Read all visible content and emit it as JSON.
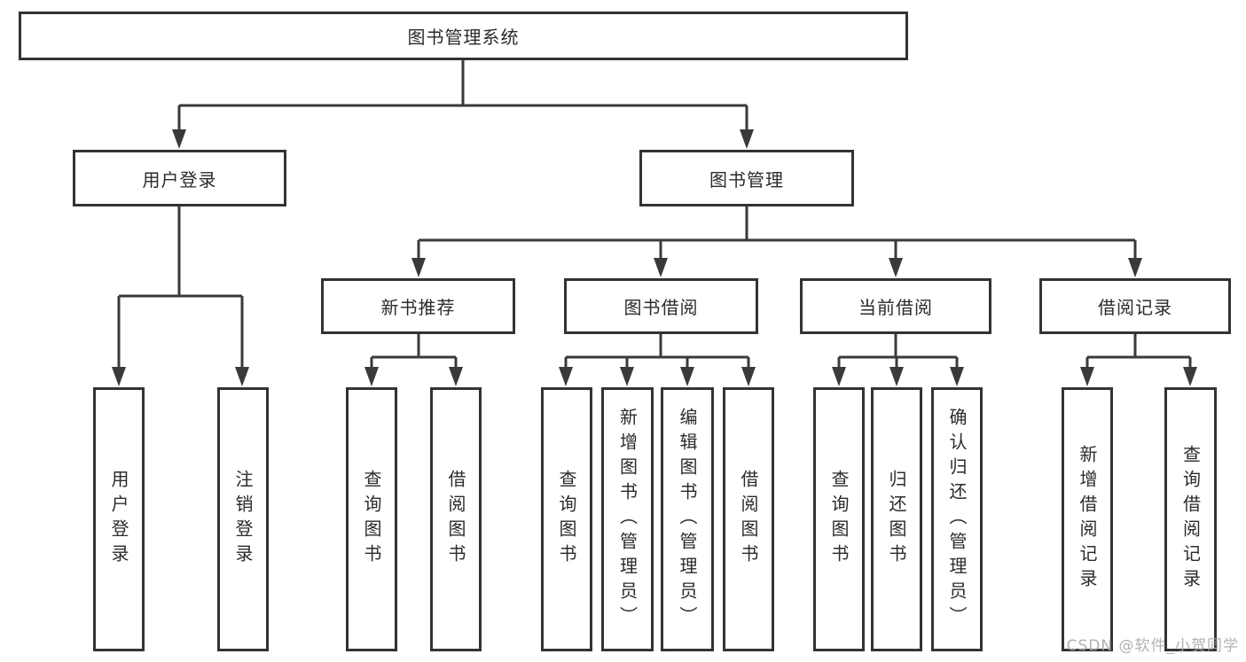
{
  "colors": {
    "background": "#ffffff",
    "line": "#3a3a3a",
    "box_border": "#333333",
    "text": "#2b2b2b",
    "watermark": "#a9a9a9"
  },
  "nodes": {
    "root": {
      "label": "图书管理系统"
    },
    "user_login": {
      "label": "用户登录"
    },
    "book_management": {
      "label": "图书管理"
    },
    "new_book_recommend": {
      "label": "新书推荐"
    },
    "book_borrowing": {
      "label": "图书借阅"
    },
    "current_borrowing": {
      "label": "当前借阅"
    },
    "borrowing_records": {
      "label": "借阅记录"
    },
    "leaf_user_login": {
      "label": "用户登录"
    },
    "leaf_logout": {
      "label": "注销登录"
    },
    "leaf_query_books_recommend": {
      "label": "查询图书"
    },
    "leaf_borrow_books_recommend": {
      "label": "借阅图书"
    },
    "leaf_query_books_borrowing": {
      "label": "查询图书"
    },
    "leaf_add_books_admin": {
      "label": "新增图书（管理员）"
    },
    "leaf_edit_books_admin": {
      "label": "编辑图书（管理员）"
    },
    "leaf_borrow_books_borrowing": {
      "label": "借阅图书"
    },
    "leaf_query_books_current": {
      "label": "查询图书"
    },
    "leaf_return_books": {
      "label": "归还图书"
    },
    "leaf_confirm_return_admin": {
      "label": "确认归还（管理员）"
    },
    "leaf_add_borrow_record": {
      "label": "新增借阅记录"
    },
    "leaf_query_borrow_record": {
      "label": "查询借阅记录"
    }
  },
  "watermark": {
    "text": "CSDN @软件_小贺同学"
  }
}
